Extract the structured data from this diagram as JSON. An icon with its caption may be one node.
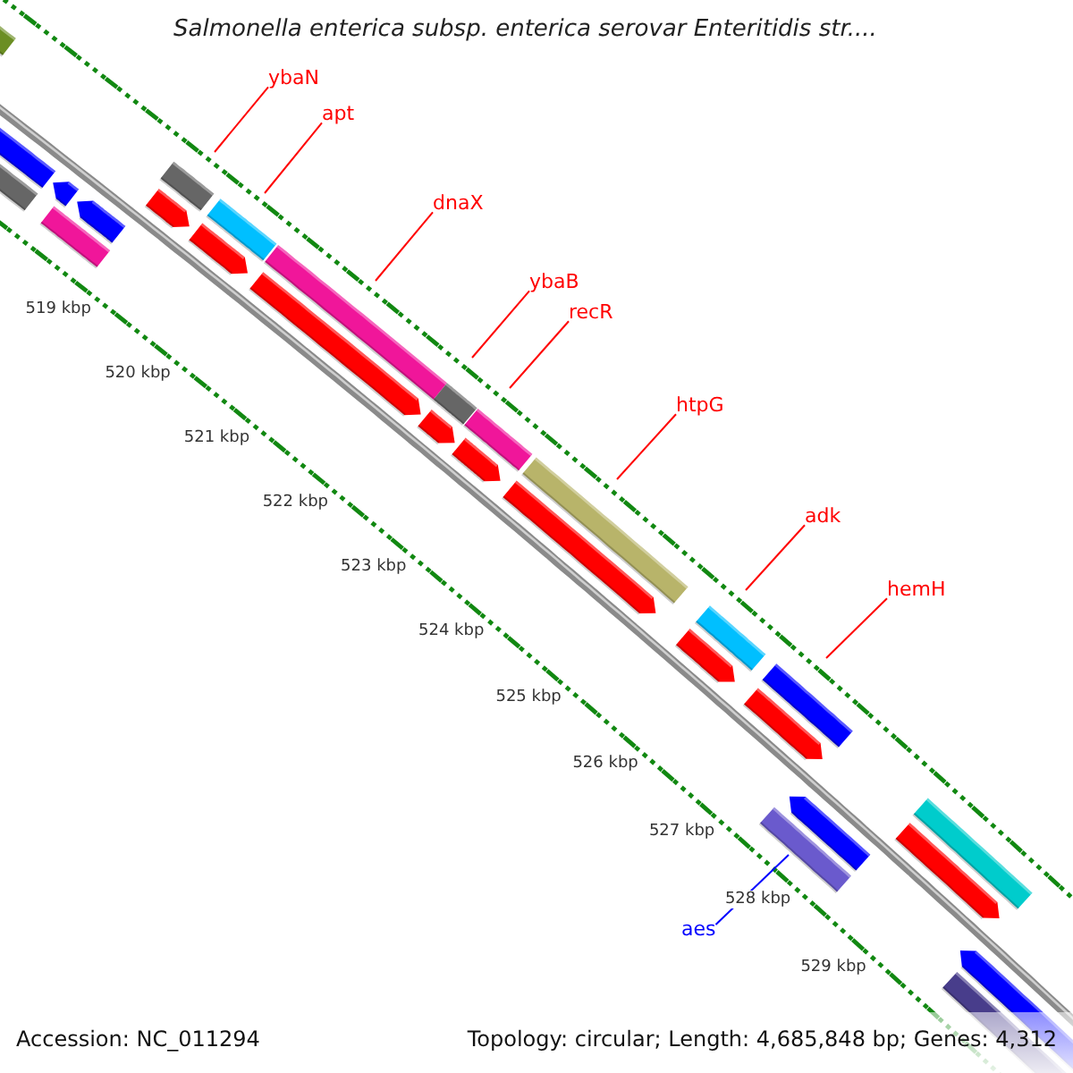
{
  "diagram": {
    "title": "Salmonella enterica subsp. enterica serovar Enteritidis str....",
    "nodes": [
      {
        "text": [
          "ybaN"
        ]
      },
      {
        "text": [
          "apt"
        ]
      },
      {
        "text": [
          "dnaX"
        ]
      },
      {
        "text": [
          "ybaB"
        ]
      },
      {
        "text": [
          "recR"
        ]
      },
      {
        "text": [
          "htpG"
        ]
      },
      {
        "text": [
          "adk"
        ]
      },
      {
        "text": [
          "hemH"
        ]
      },
      {
        "text": [
          "aes"
        ]
      }
    ],
    "edges": [
      {
        "from": 0,
        "to": null,
        "arrow": "none"
      },
      {
        "from": 1,
        "to": null,
        "arrow": "none"
      },
      {
        "from": 2,
        "to": null,
        "arrow": "none"
      },
      {
        "from": 3,
        "to": null,
        "arrow": "none"
      },
      {
        "from": 4,
        "to": null,
        "arrow": "none"
      },
      {
        "from": 5,
        "to": null,
        "arrow": "none"
      },
      {
        "from": 6,
        "to": null,
        "arrow": "none"
      },
      {
        "from": 7,
        "to": null,
        "arrow": "none"
      },
      {
        "from": 8,
        "to": null,
        "arrow": "none",
        "color": "#0000ff"
      }
    ],
    "labels": [
      "519 kbp",
      "520 kbp",
      "521 kbp",
      "522 kbp",
      "523 kbp",
      "524 kbp",
      "525 kbp",
      "526 kbp",
      "527 kbp",
      "528 kbp",
      "529 kbp",
      "Accession: NC_011294",
      "Topology: circular; Length: 4,685,848 bp; Genes: 4,312"
    ]
  }
}
